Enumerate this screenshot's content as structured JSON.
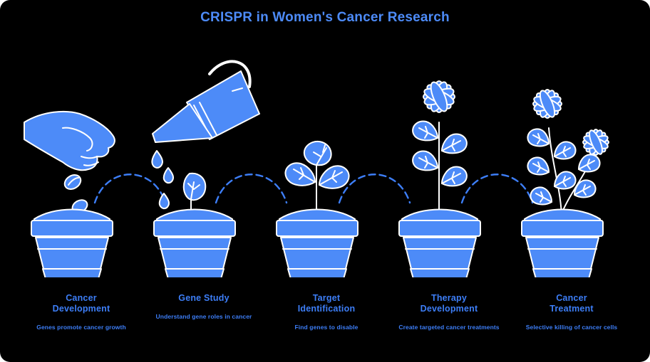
{
  "title": "CRISPR in Women's Cancer Research",
  "colors": {
    "background": "#000000",
    "accent": "#4d8bf8",
    "accent_dark": "#3d7ef7",
    "outline": "#ffffff",
    "connector": "#3d7ef7"
  },
  "stages": [
    {
      "id": "cancer-development",
      "title": "Cancer\nDevelopment",
      "title_line1": "Cancer",
      "title_line2": "Development",
      "subtitle": "Genes promote cancer growth",
      "art": "hand-dropping-seeds-into-pot",
      "icons": [
        "hand-icon",
        "seed-icon",
        "plant-pot-icon"
      ]
    },
    {
      "id": "gene-study",
      "title": "Gene Study",
      "title_line1": "Gene Study",
      "title_line2": "",
      "subtitle": "Understand gene roles in cancer",
      "art": "watering-can-sprouting-seedling",
      "icons": [
        "watering-can-icon",
        "water-drop-icon",
        "sprout-icon",
        "plant-pot-icon"
      ]
    },
    {
      "id": "target-identification",
      "title": "Target\nIdentification",
      "title_line1": "Target",
      "title_line2": "Identification",
      "subtitle": "Find genes to disable",
      "art": "young-plant-three-leaves",
      "icons": [
        "leaf-icon",
        "plant-pot-icon"
      ]
    },
    {
      "id": "therapy-development",
      "title": "Therapy\nDevelopment",
      "title_line1": "Therapy",
      "title_line2": "Development",
      "subtitle": "Create targeted cancer treatments",
      "art": "flowering-plant-one-bloom",
      "icons": [
        "flower-icon",
        "leaf-icon",
        "plant-pot-icon"
      ]
    },
    {
      "id": "cancer-treatment",
      "title": "Cancer\nTreatment",
      "title_line1": "Cancer",
      "title_line2": "Treatment",
      "subtitle": "Selective killing of cancer cells",
      "art": "mature-plant-two-blooms",
      "icons": [
        "flower-icon",
        "leaf-icon",
        "plant-pot-icon"
      ]
    }
  ],
  "connectors": {
    "style": "dashed-arc",
    "count": 4,
    "name": "stage-connector-arc"
  }
}
